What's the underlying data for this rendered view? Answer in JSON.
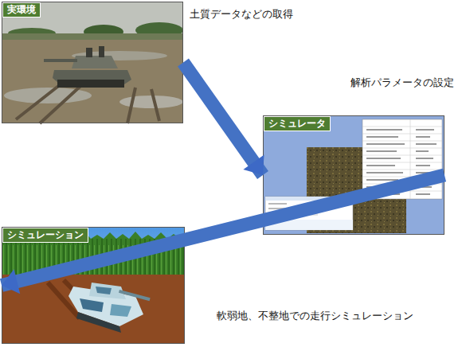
{
  "diagram": {
    "nodes": [
      {
        "text": [
          "実環境"
        ]
      },
      {
        "text": [
          "シミュレータ"
        ]
      },
      {
        "text": [
          "シミュレーション"
        ]
      }
    ],
    "edges": [
      {
        "from": 0,
        "to": 1,
        "arrow": "to",
        "label": "土質データなどの取得"
      },
      {
        "from": 1,
        "to": 2,
        "arrow": "to",
        "label": "軟弱地、不整地での走行シミュレーション"
      }
    ],
    "labels": [
      "解析パラメータの設定"
    ]
  }
}
